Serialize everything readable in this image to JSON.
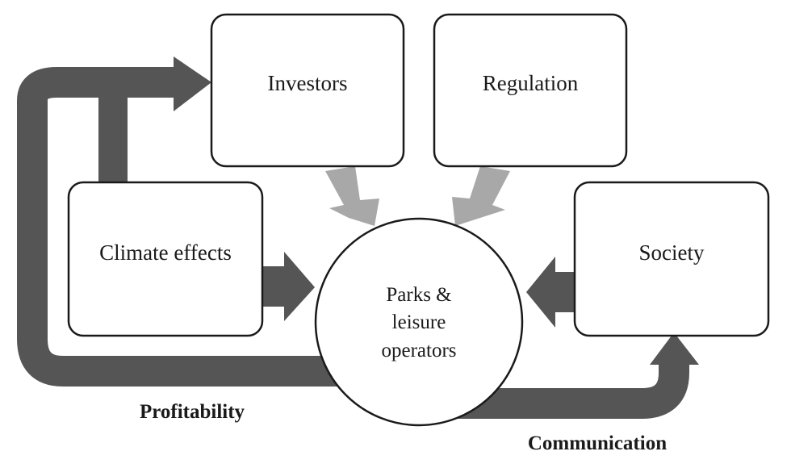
{
  "nodes": {
    "investors": "Investors",
    "regulation": "Regulation",
    "climate": "Climate effects",
    "society": "Society",
    "center": [
      "Parks &",
      "leisure",
      "operators"
    ]
  },
  "flow_labels": {
    "profitability": "Profitability",
    "communication": "Communication"
  },
  "colors": {
    "dark_arrow": "#555555",
    "light_arrow": "#a8a8a8",
    "outline": "#1a1a1a"
  }
}
